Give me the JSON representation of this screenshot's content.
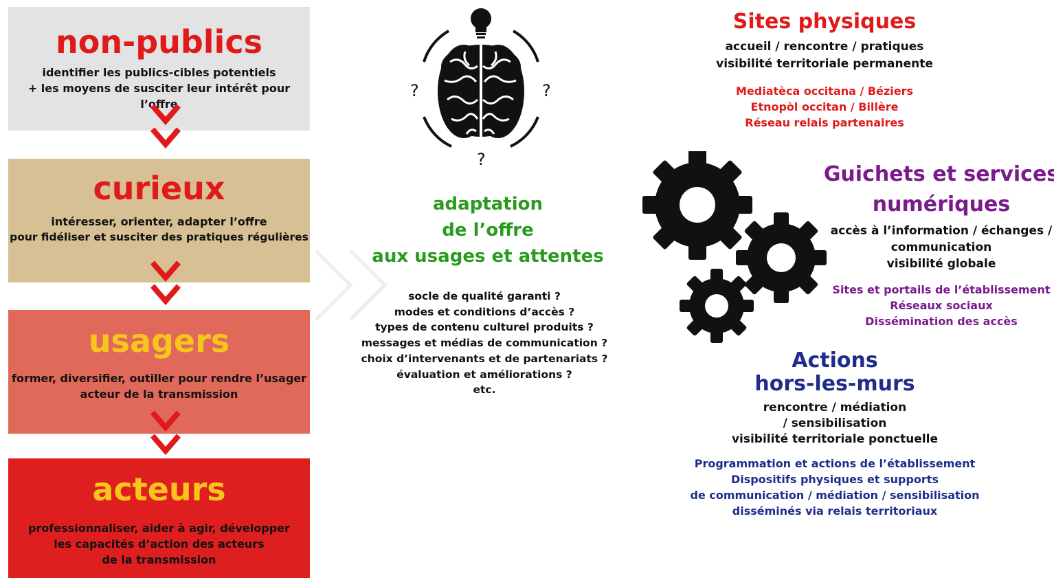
{
  "stages": [
    {
      "title": "non-publics",
      "lines": [
        "identifier les publics-cibles potentiels",
        "+ les moyens de susciter leur intérêt pour l’offre"
      ],
      "bg": "#e3e3e3",
      "title_color": "#e01a1a"
    },
    {
      "title": "curieux",
      "lines": [
        "intéresser, orienter, adapter l’offre",
        "pour fidéliser et susciter des pratiques régulières"
      ],
      "bg": "#d6c094",
      "title_color": "#e01a1a"
    },
    {
      "title": "usagers",
      "lines": [
        "former, diversifier, outiller pour rendre l’usager",
        "acteur de la transmission"
      ],
      "bg": "#e0695a",
      "title_color": "#f7c51c"
    },
    {
      "title": "acteurs",
      "lines": [
        "professionnaliser, aider à agir, développer",
        "les capacités d’action des acteurs",
        "de la transmission"
      ],
      "bg": "#df1f1f",
      "title_color": "#f7c51c"
    }
  ],
  "center": {
    "question_mark": "?",
    "heading": [
      "adaptation",
      "de l’offre",
      "aux usages et attentes"
    ],
    "questions": [
      "socle de qualité garanti ?",
      "modes et conditions d’accès ?",
      "types de contenu culturel produits ?",
      "messages et médias de communication ?",
      "choix d’intervenants et de partenariats ?",
      "évaluation et améliorations ?",
      "etc."
    ]
  },
  "channels": {
    "sites": {
      "title": [
        "Sites physiques"
      ],
      "desc": [
        "accueil / rencontre / pratiques",
        "visibilité territoriale permanente"
      ],
      "items": [
        "Mediatèca occitana / Béziers",
        "Etnopòl occitan / Billère",
        "Réseau relais partenaires"
      ],
      "color": "#e01a1a"
    },
    "digital": {
      "title": [
        "Guichets et services",
        "numériques"
      ],
      "desc": [
        "accès à l’information / échanges /",
        "communication",
        "visibilité globale"
      ],
      "items": [
        "Sites et portails de l’établissement",
        "Réseaux sociaux",
        "Dissémination des accès"
      ],
      "color": "#7a1a8c"
    },
    "outside": {
      "title": [
        "Actions",
        "hors-les-murs"
      ],
      "desc": [
        "rencontre / médiation",
        "/ sensibilisation",
        "visibilité territoriale ponctuelle"
      ],
      "items": [
        "Programmation et actions de l’établissement",
        "Dispositifs physiques et supports",
        "de communication / médiation / sensibilisation",
        "disséminés via relais territoriaux"
      ],
      "color": "#1e2c8c"
    }
  },
  "colors": {
    "arrow": "#e01a1a",
    "heading_green": "#2a9a1e",
    "icon": "#111111"
  },
  "icons": [
    "brain-icon",
    "lightbulb-icon",
    "gears-icon",
    "chevron-down-icon"
  ]
}
